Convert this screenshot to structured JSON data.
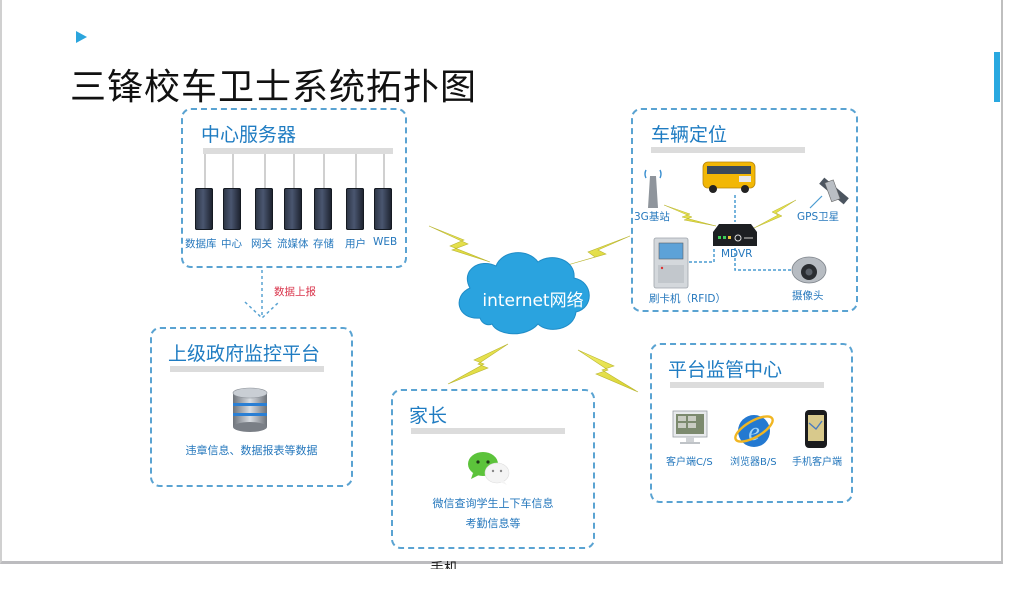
{
  "slide": {
    "title": "三锋校车卫士系统拓扑图",
    "bullet_icon": "play-triangle-icon",
    "accent_color": "#29a8e0",
    "footer_fragment": "手机"
  },
  "center": {
    "label": "internet网络",
    "icon": "cloud-icon",
    "color": "#2aa3df"
  },
  "servers": {
    "title": "中心服务器",
    "items": [
      "数据库",
      "中心",
      "网关",
      "流媒体",
      "存储",
      "用户",
      "WEB"
    ]
  },
  "report_arrow": {
    "label": "数据上报",
    "color": "#d9334a"
  },
  "government": {
    "title": "上级政府监控平台",
    "icon": "database-icon",
    "description": "违章信息、数据报表等数据"
  },
  "vehicle": {
    "title": "车辆定位",
    "items": {
      "base_station": "3G基站",
      "gps": "GPS卫星",
      "mdvr": "MDVR",
      "card_reader": "刷卡机（RFID）",
      "camera": "摄像头"
    }
  },
  "parents": {
    "title": "家长",
    "icon": "wechat-icon",
    "description_line1": "微信查询学生上下车信息",
    "description_line2": "考勤信息等"
  },
  "monitor": {
    "title": "平台监管中心",
    "items": [
      "客户端C/S",
      "浏览器B/S",
      "手机客户端"
    ]
  }
}
